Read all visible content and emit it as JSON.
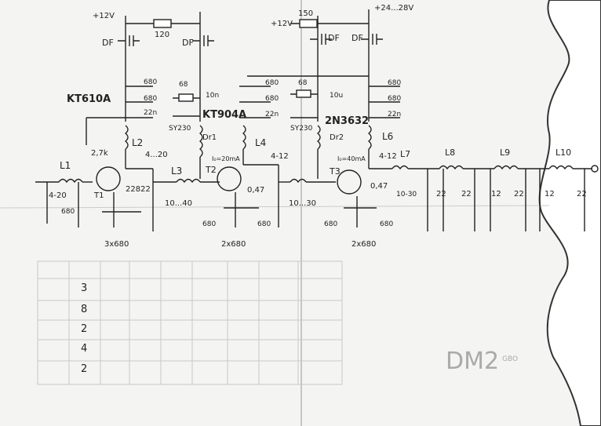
{
  "schematic": {
    "supply_left": "+12V",
    "supply_mid": "+12V",
    "supply_right": "+24...28V",
    "r_top_left": "120",
    "r_top_right": "150",
    "df": "DF",
    "t1_type": "KT610A",
    "t2_type": "KT904A",
    "t3_type": "2N3632",
    "t2_label": "T2",
    "t3_label": "T3",
    "t1_label": "T1",
    "t2_current": "I₀=20mA",
    "t3_current": "I₀=40mA",
    "cap_680": "680",
    "r_68": "68",
    "c_10n": "10n",
    "c_22n": "22n",
    "c_10u": "10u",
    "zener": "SY230",
    "dr1": "Dr1",
    "dr2": "Dr2",
    "r_2k7": "2,7k",
    "l1": "L1",
    "l2": "L2",
    "l3": "L3",
    "l4": "L4",
    "l6": "L6",
    "l7": "L7",
    "l8": "L8",
    "l9": "L9",
    "l10": "L10",
    "trim_4_20": "4...20",
    "trim_4_20b": "4-20",
    "trim_4_12": "4-12",
    "trim_4_12b": "4-12",
    "trim_10_40": "10...40",
    "trim_10_30": "10...30",
    "trim_10_30b": "10-30",
    "c_22822": "22822",
    "r_047": "0,47",
    "r_047b": "0,47",
    "c_22": "22",
    "c_12": "12",
    "note_3x680": "3x680",
    "note_2x680": "2x680",
    "note_2x680b": "2x680",
    "bottom_left_680": "680",
    "stamp": "DM2",
    "stamp_small": "GBO"
  },
  "table": {
    "rows": [
      "3",
      "8",
      "2",
      "4",
      "2"
    ]
  }
}
